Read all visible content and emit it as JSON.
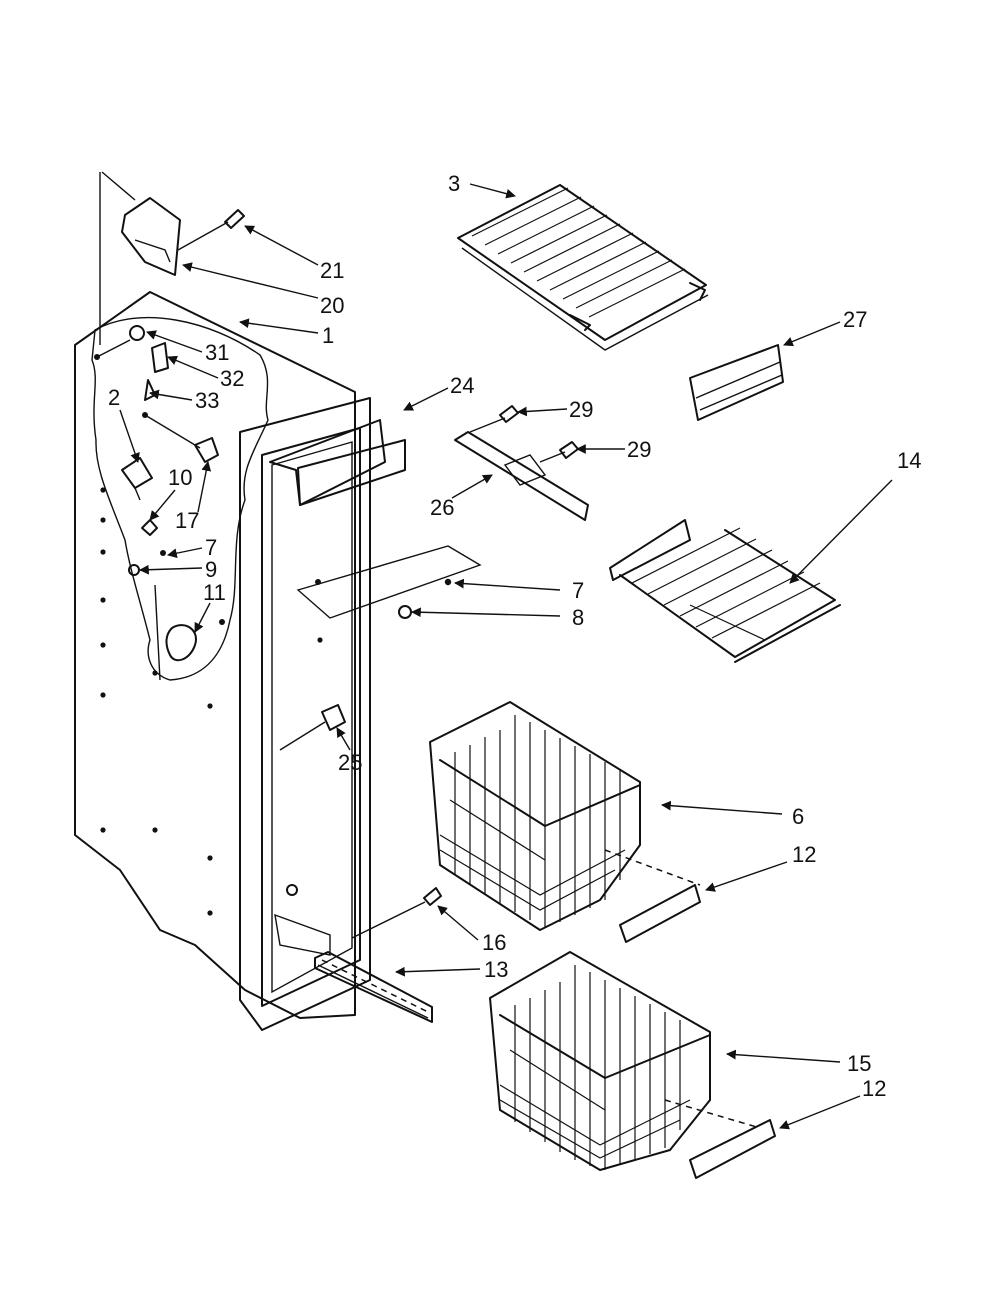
{
  "part_labels": {
    "p1": "1",
    "p2": "2",
    "p3": "3",
    "p6": "6",
    "p7a": "7",
    "p7b": "7",
    "p8": "8",
    "p9": "9",
    "p10": "10",
    "p11": "11",
    "p12a": "12",
    "p12b": "12",
    "p13": "13",
    "p14": "14",
    "p15": "15",
    "p16": "16",
    "p17": "17",
    "p20": "20",
    "p21": "21",
    "p24": "24",
    "p25": "25",
    "p26": "26",
    "p27": "27",
    "p29a": "29",
    "p29b": "29",
    "p31": "31",
    "p32": "32",
    "p33": "33"
  }
}
